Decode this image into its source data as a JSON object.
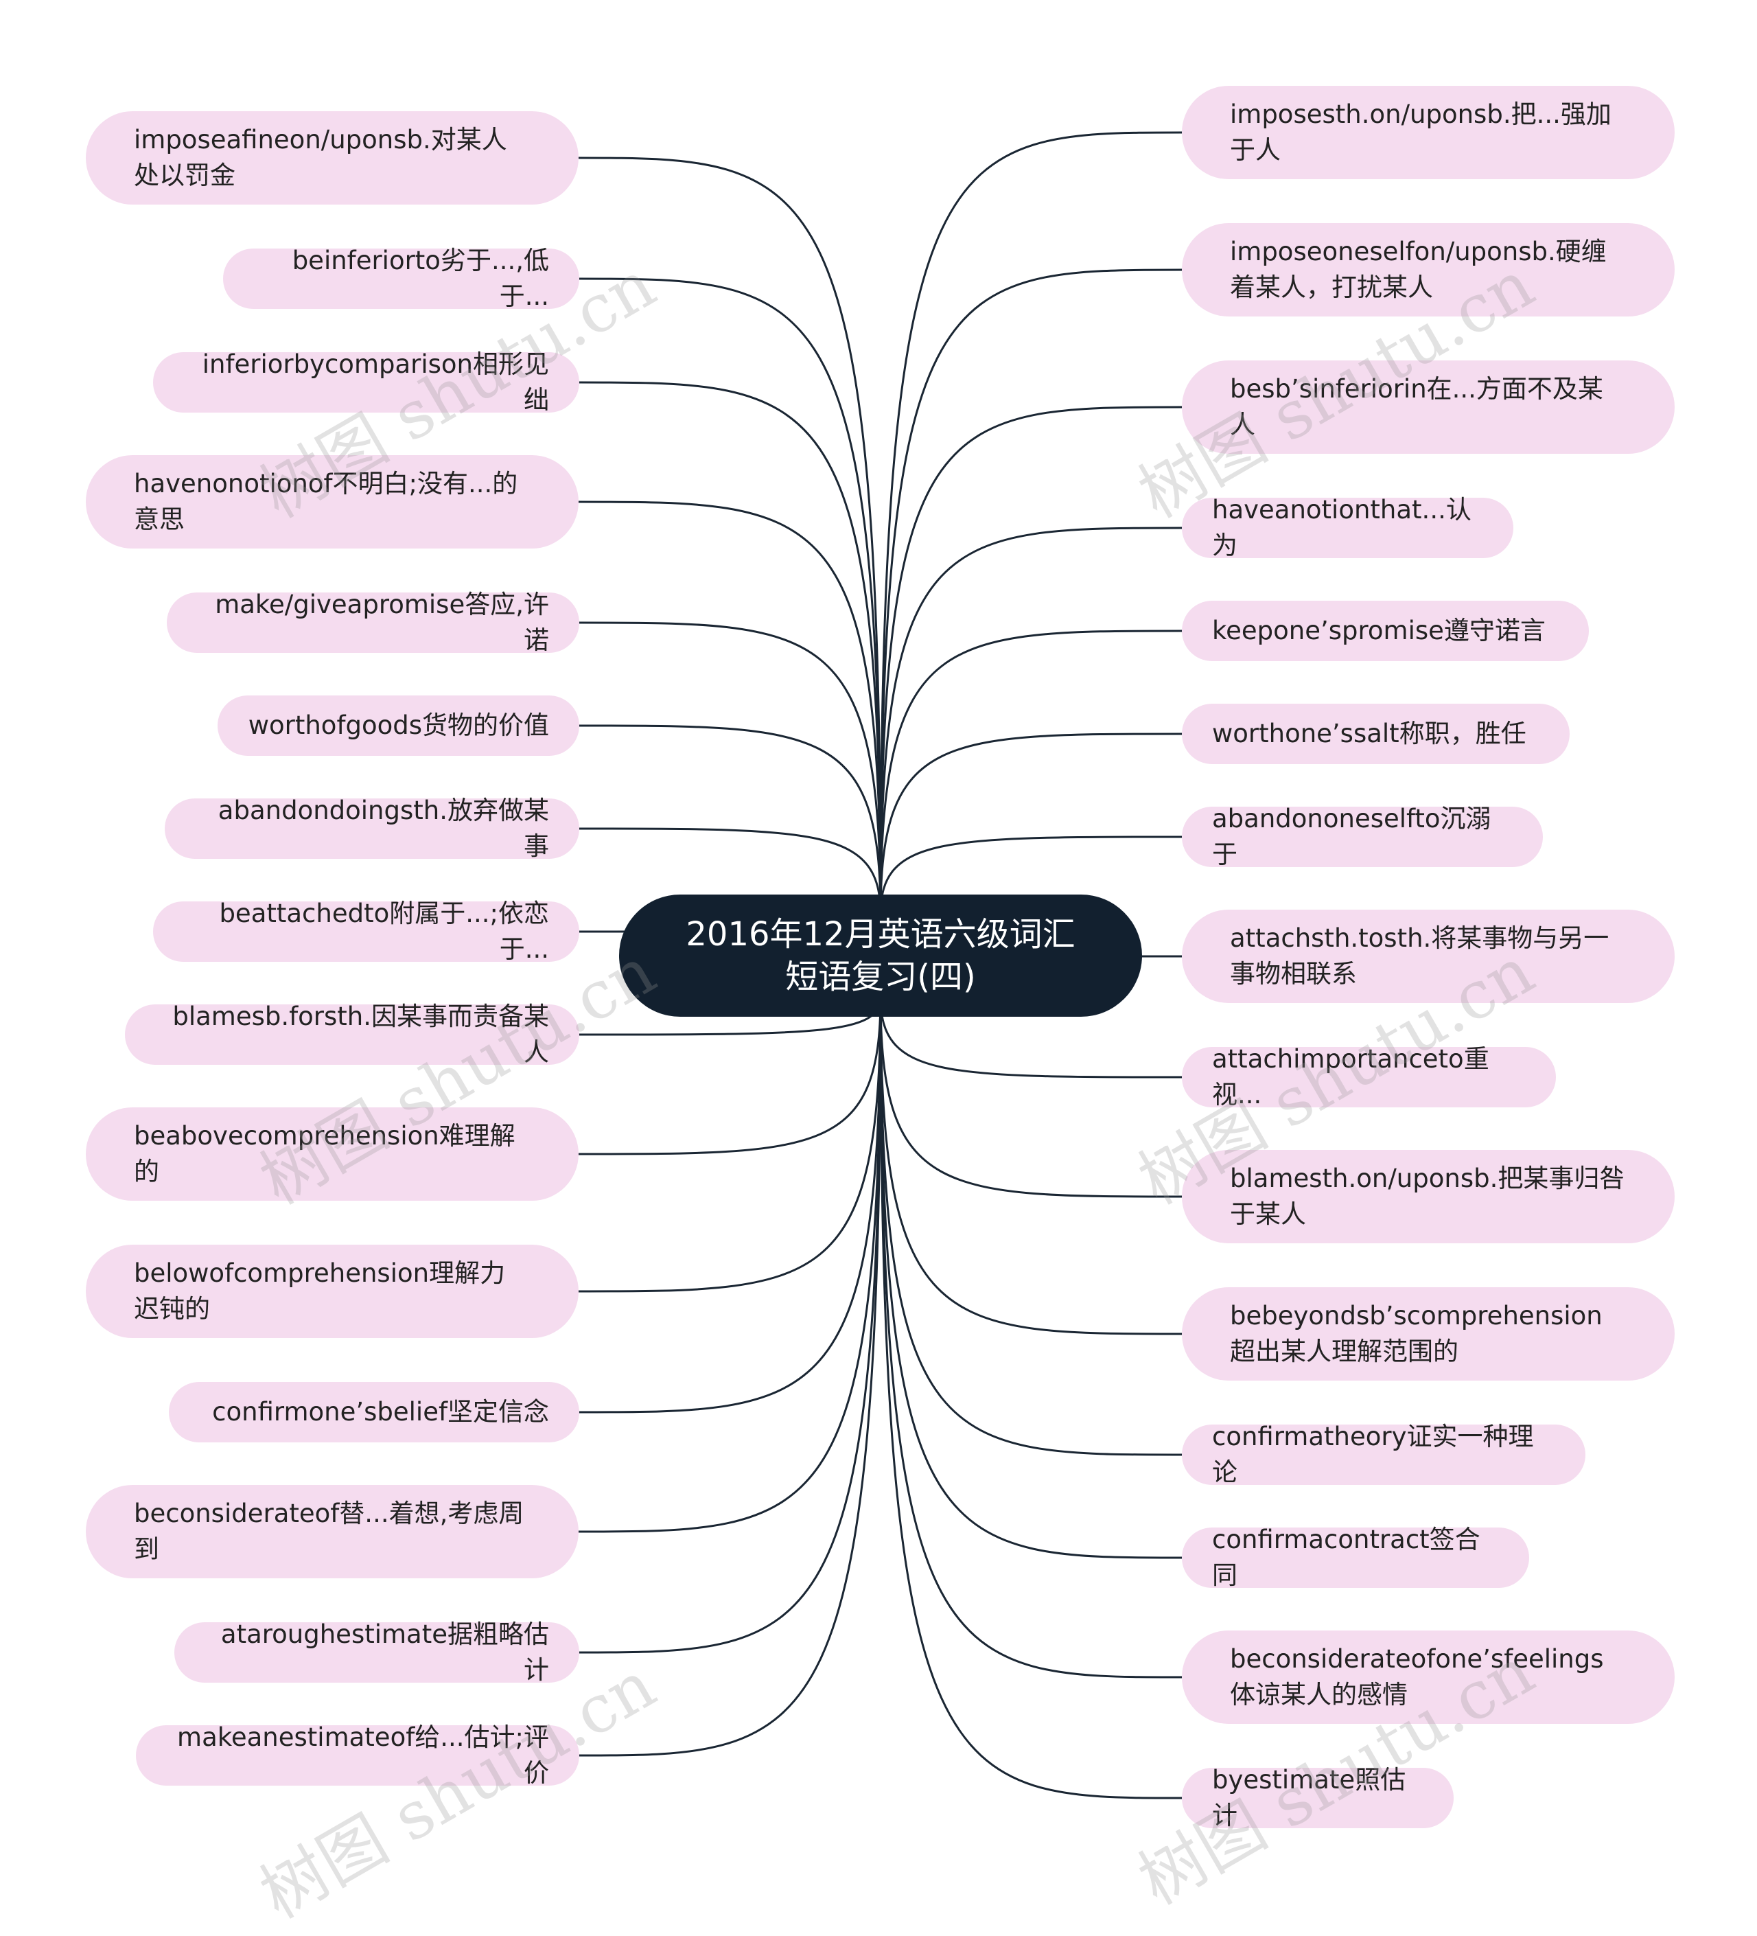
{
  "center": {
    "label": "2016年12月英语六级词汇短语复习(四)"
  },
  "left_nodes": [
    {
      "label": "imposeafineon/uponsb.对某人处以罚金"
    },
    {
      "label": "beinferiorto劣于...,低于..."
    },
    {
      "label": "inferiorbycomparison相形见绌"
    },
    {
      "label": "havenonotionof不明白;没有...的意思"
    },
    {
      "label": "make/giveapromise答应,许诺"
    },
    {
      "label": "worthofgoods货物的价值"
    },
    {
      "label": "abandondoingsth.放弃做某事"
    },
    {
      "label": "beattachedto附属于...;依恋于..."
    },
    {
      "label": "blamesb.forsth.因某事而责备某人"
    },
    {
      "label": "beabovecomprehension难理解的"
    },
    {
      "label": "belowofcomprehension理解力迟钝的"
    },
    {
      "label": "confirmone’sbelief坚定信念"
    },
    {
      "label": "beconsiderateof替...着想,考虑周到"
    },
    {
      "label": "ataroughestimate据粗略估计"
    },
    {
      "label": "makeanestimateof给...估计;评价"
    }
  ],
  "right_nodes": [
    {
      "label": "imposesth.on/uponsb.把...强加于人"
    },
    {
      "label": "imposeoneselfon/uponsb.硬缠着某人，打扰某人"
    },
    {
      "label": "besb’sinferiorin在...方面不及某人"
    },
    {
      "label": "haveanotionthat...认为"
    },
    {
      "label": "keepone’spromise遵守诺言"
    },
    {
      "label": "worthone’ssalt称职，胜任"
    },
    {
      "label": "abandononeselfto沉溺于"
    },
    {
      "label": "attachsth.tosth.将某事物与另一事物相联系"
    },
    {
      "label": "attachimportanceto重视..."
    },
    {
      "label": "blamesth.on/uponsb.把某事归咎于某人"
    },
    {
      "label": "bebeyondsb’scomprehension超出某人理解范围的"
    },
    {
      "label": "confirmatheory证实一种理论"
    },
    {
      "label": "confirmacontract签合同"
    },
    {
      "label": "beconsiderateofone’sfeelings体谅某人的感情"
    },
    {
      "label": "byestimate照估计"
    }
  ],
  "watermark": {
    "text": "树图 shutu.cn"
  },
  "colors": {
    "node_fill": "#f5dcef",
    "center_fill": "#12202f",
    "line": "#1a2633"
  }
}
